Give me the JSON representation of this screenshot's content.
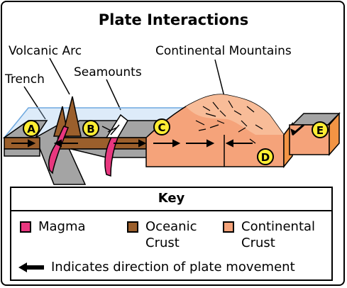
{
  "title": "Plate Interactions",
  "labels": {
    "volcanic_arc": "Volcanic Arc",
    "continental_mountains": "Continental Mountains",
    "trench": "Trench",
    "seamounts": "Seamounts"
  },
  "markers": [
    "A",
    "B",
    "C",
    "D",
    "E"
  ],
  "key": {
    "title": "Key",
    "items": [
      {
        "label_line1": "Magma",
        "label_line2": "",
        "color": "#e8377f"
      },
      {
        "label_line1": "Oceanic",
        "label_line2": "Crust",
        "color": "#9b5f2c"
      },
      {
        "label_line1": "Continental",
        "label_line2": "Crust",
        "color": "#f5a37a"
      }
    ],
    "arrow_text": "Indicates direction of plate movement"
  },
  "colors": {
    "marker_fill": "#ffee33",
    "water": "#9ec7ee",
    "plate_gray": "#a4a4a4",
    "oceanic": "#9b5f2c",
    "continental": "#f5a37a",
    "continental_side": "#f29444",
    "magma": "#e8377f"
  }
}
